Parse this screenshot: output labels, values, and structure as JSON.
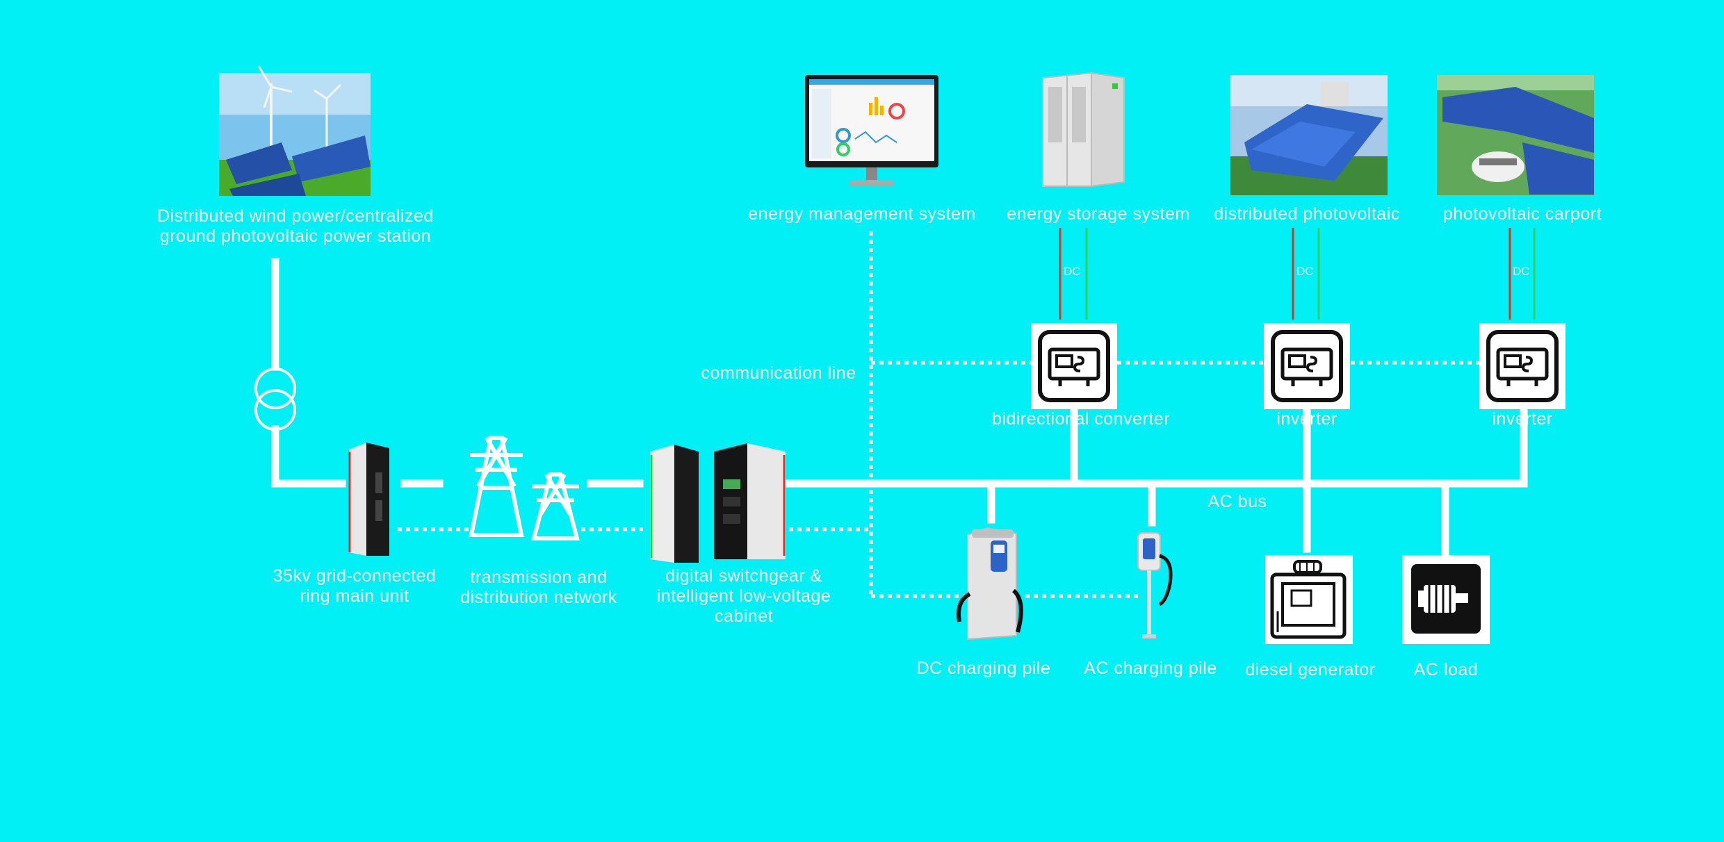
{
  "labels": {
    "wind_pv_station": "Distributed wind power/centralized ground photovoltaic power station",
    "ring_main_unit": "35kv grid-connected ring main unit",
    "transmission_network": "transmission and distribution network",
    "switchgear": "digital switchgear & intelligent low-voltage cabinet",
    "ems": "energy management system",
    "energy_storage": "energy storage system",
    "distributed_pv": "distributed photovoltaic",
    "pv_carport": "photovoltaic carport",
    "communication_line": "communication line",
    "bidirectional_converter": "bidirectional converter",
    "inverter_1": "inverter",
    "inverter_2": "inverter",
    "ac_bus": "AC bus",
    "dc_charging_pile": "DC charging pile",
    "ac_charging_pile": "AC charging pile",
    "diesel_generator": "diesel generator",
    "ac_load": "AC load",
    "dc_1": "DC",
    "dc_2": "DC",
    "dc_3": "DC"
  },
  "colors": {
    "background": "#00f0f5",
    "line": "#ffffff",
    "dc_positive": "#e03020",
    "dc_negative": "#30d060"
  },
  "icons": [
    "wind-solar-photo-icon",
    "transformer-icon",
    "ring-main-unit-icon",
    "transmission-tower-icon",
    "switchgear-cabinet-icon",
    "monitor-dashboard-icon",
    "storage-cabinet-icon",
    "rooftop-solar-photo-icon",
    "carport-solar-photo-icon",
    "converter-icon",
    "inverter-icon",
    "dc-charger-icon",
    "ac-charger-icon",
    "diesel-generator-icon",
    "motor-icon"
  ]
}
